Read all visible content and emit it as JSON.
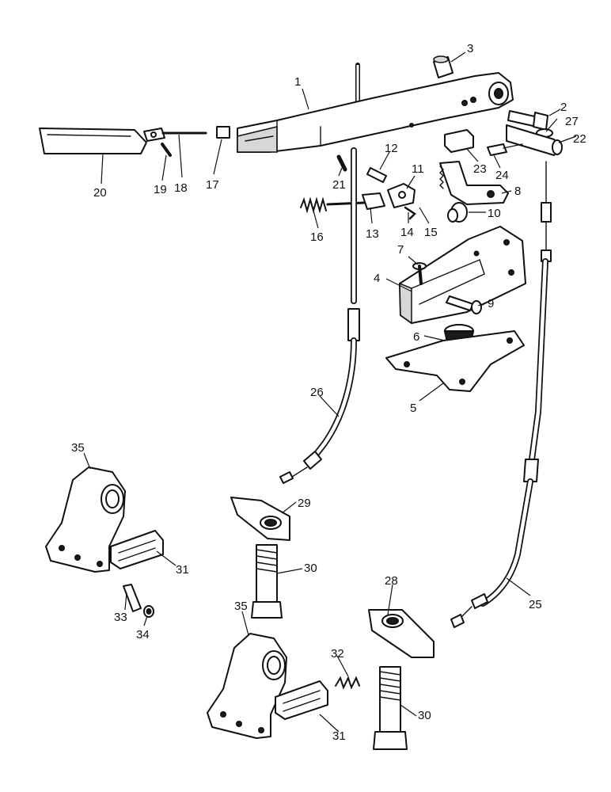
{
  "diagram": {
    "callouts": [
      {
        "id": "1",
        "text": "1"
      },
      {
        "id": "2",
        "text": "2"
      },
      {
        "id": "3",
        "text": "3"
      },
      {
        "id": "4",
        "text": "4"
      },
      {
        "id": "5",
        "text": "5"
      },
      {
        "id": "6",
        "text": "6"
      },
      {
        "id": "7",
        "text": "7"
      },
      {
        "id": "8",
        "text": "8"
      },
      {
        "id": "9",
        "text": "9"
      },
      {
        "id": "10",
        "text": "10"
      },
      {
        "id": "11",
        "text": "11"
      },
      {
        "id": "12",
        "text": "12"
      },
      {
        "id": "13",
        "text": "13"
      },
      {
        "id": "14",
        "text": "14"
      },
      {
        "id": "15",
        "text": "15"
      },
      {
        "id": "16",
        "text": "16"
      },
      {
        "id": "17",
        "text": "17"
      },
      {
        "id": "18",
        "text": "18"
      },
      {
        "id": "19",
        "text": "19"
      },
      {
        "id": "20",
        "text": "20"
      },
      {
        "id": "21",
        "text": "21"
      },
      {
        "id": "22",
        "text": "22"
      },
      {
        "id": "23",
        "text": "23"
      },
      {
        "id": "24",
        "text": "24"
      },
      {
        "id": "25",
        "text": "25"
      },
      {
        "id": "26",
        "text": "26"
      },
      {
        "id": "27",
        "text": "27"
      },
      {
        "id": "28",
        "text": "28"
      },
      {
        "id": "29",
        "text": "29"
      },
      {
        "id": "30a",
        "text": "30"
      },
      {
        "id": "30b",
        "text": "30"
      },
      {
        "id": "31a",
        "text": "31"
      },
      {
        "id": "31b",
        "text": "31"
      },
      {
        "id": "32",
        "text": "32"
      },
      {
        "id": "33",
        "text": "33"
      },
      {
        "id": "34",
        "text": "34"
      },
      {
        "id": "35a",
        "text": "35"
      },
      {
        "id": "35b",
        "text": "35"
      }
    ]
  }
}
